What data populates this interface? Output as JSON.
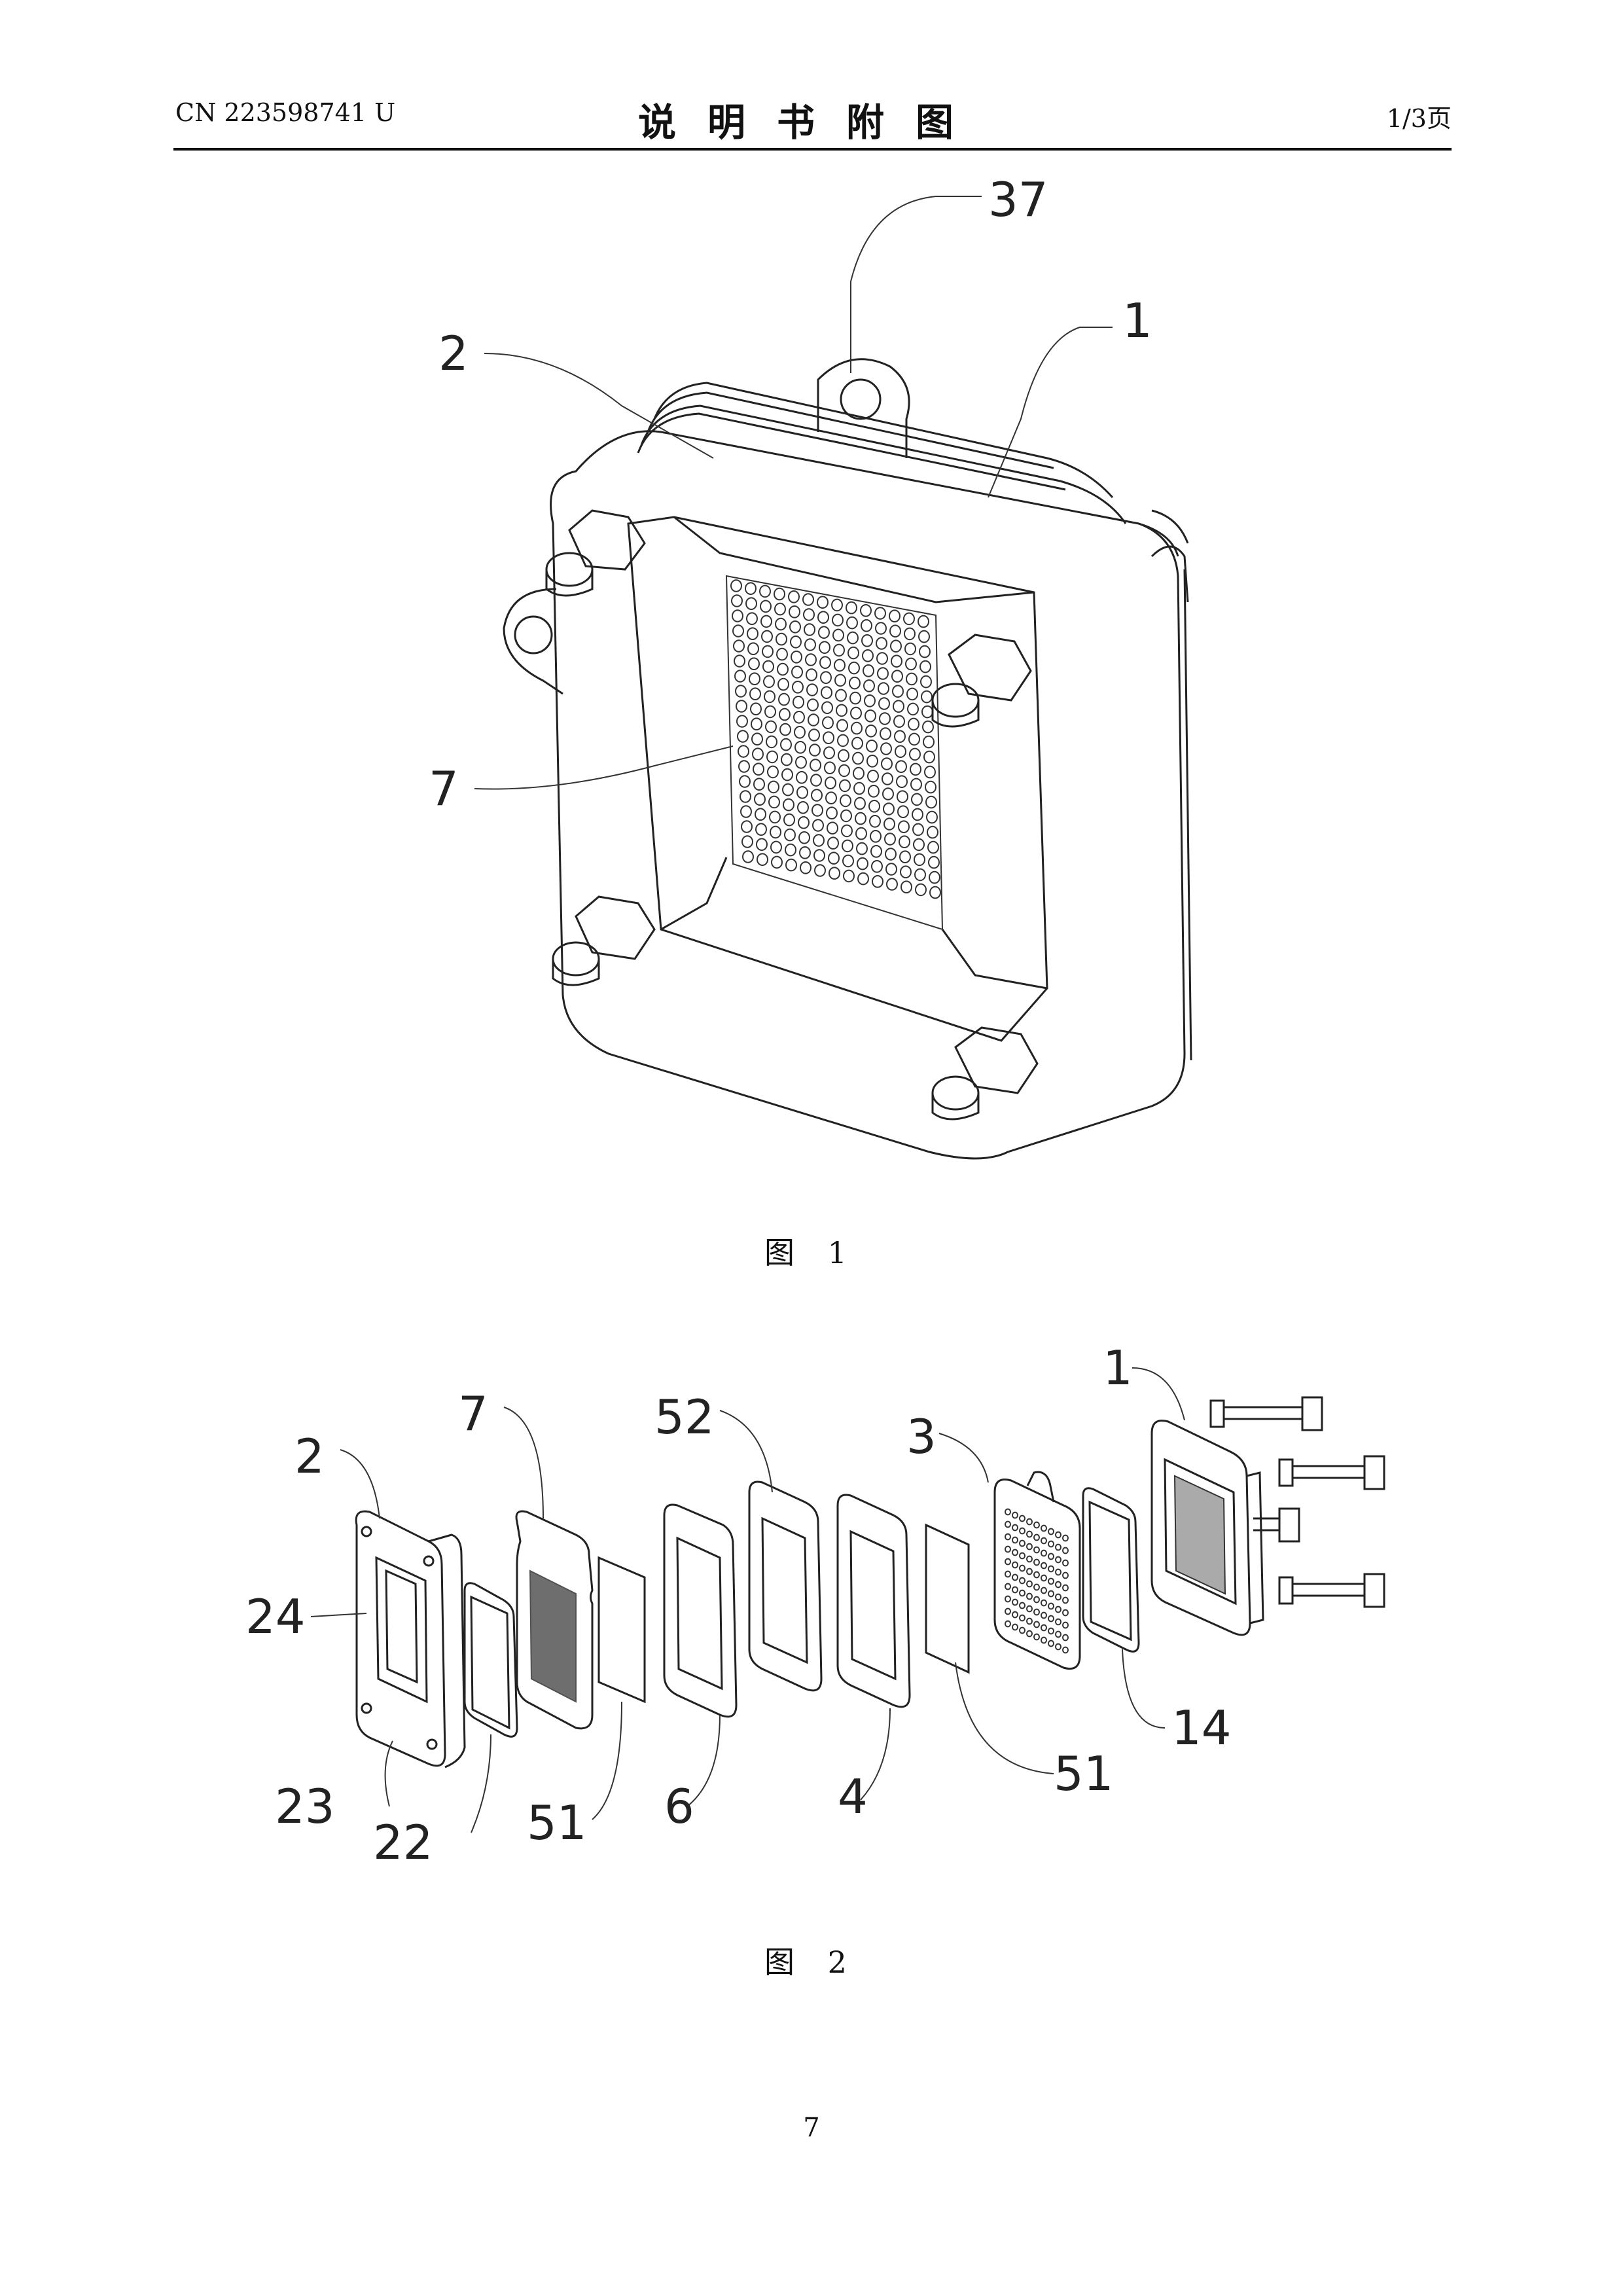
{
  "header": {
    "publication_number": "CN 223598741 U",
    "title": "说明书附图",
    "page_fraction": "1/3页"
  },
  "figures": [
    {
      "caption": "图 1",
      "labels": [
        "37",
        "2",
        "1",
        "7"
      ]
    },
    {
      "caption": "图 2",
      "labels": [
        "1",
        "7",
        "52",
        "3",
        "2",
        "24",
        "14",
        "51",
        "23",
        "22",
        "51",
        "6",
        "4"
      ]
    }
  ],
  "page_number": "7"
}
